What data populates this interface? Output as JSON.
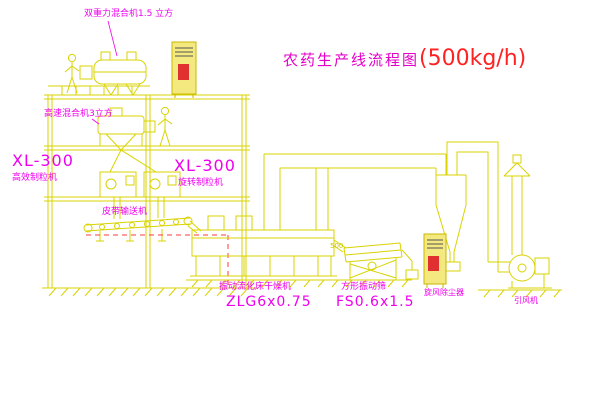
{
  "title": {
    "main": "农药生产线流程图",
    "capacity": "(500kg/h)"
  },
  "colors": {
    "line_yellow": "#d9d300",
    "label_magenta": "#ef00ef",
    "accent_red": "#ff2222",
    "cabinet_fill": "#f3e97f",
    "background": "#ffffff"
  },
  "labels": {
    "top_mixer": "双重力混合机1.5 立方",
    "high_speed_mixer": "高速混合机3立方",
    "granulator_left_model": "XL-300",
    "granulator_left_name": "高效制粒机",
    "granulator_right_model": "XL-300",
    "granulator_right_name": "旋转制粒机",
    "belt_conveyor": "皮带输送机",
    "dryer_name": "振动流化床干燥机",
    "dryer_model": "ZLG6x0.75",
    "sieve_name": "方形振动筛",
    "sieve_model": "FS0.6x1.5",
    "cyclone": "旋风除尘器",
    "fan": "引风机",
    "dimension": "500"
  }
}
